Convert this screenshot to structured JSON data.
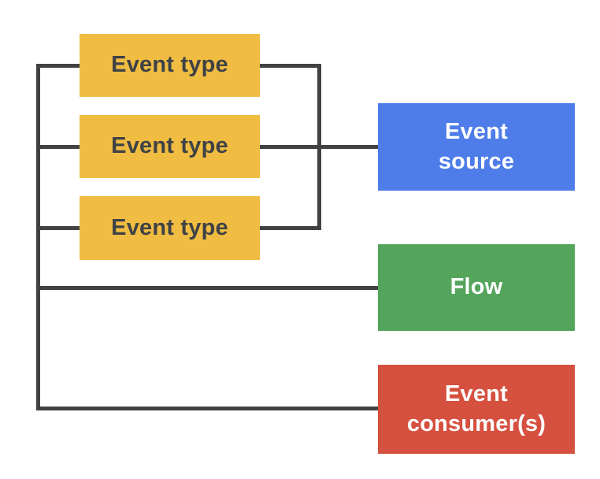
{
  "diagram": {
    "background": "#FFFFFF",
    "connector_color": "#424242",
    "nodes": {
      "event_type_1": {
        "label": "Event type",
        "fill": "#F0BC42",
        "text_color": "#3F4245"
      },
      "event_type_2": {
        "label": "Event type",
        "fill": "#F0BC42",
        "text_color": "#3F4245"
      },
      "event_type_3": {
        "label": "Event type",
        "fill": "#F0BC42",
        "text_color": "#3F4245"
      },
      "event_source": {
        "label": "Event\nsource",
        "fill": "#4E7DE9",
        "text_color": "#FFFFFF"
      },
      "flow": {
        "label": "Flow",
        "fill": "#54A45C",
        "text_color": "#FFFFFF"
      },
      "event_consumers": {
        "label": "Event\nconsumer(s)",
        "fill": "#D6503F",
        "text_color": "#FFFFFF"
      }
    },
    "buses": [
      {
        "name": "right-bus",
        "connects": [
          "event_type_1",
          "event_type_2",
          "event_type_3",
          "event_source"
        ]
      },
      {
        "name": "left-bus",
        "connects": [
          "event_type_1",
          "event_type_2",
          "event_type_3",
          "flow",
          "event_consumers"
        ]
      }
    ]
  }
}
